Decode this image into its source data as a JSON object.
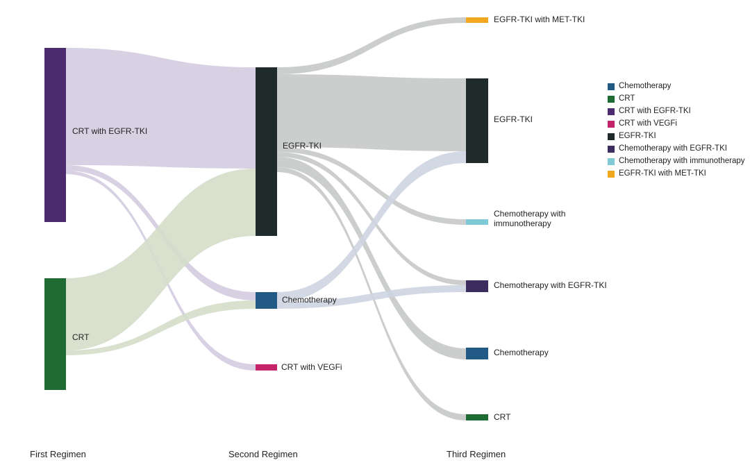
{
  "stages": [
    "First Regimen",
    "Second Regimen",
    "Third Regimen"
  ],
  "colors": {
    "crt_egfr": "#4b2a6e",
    "crt": "#1e6b33",
    "egfr": "#1e2b2a",
    "chemo": "#215a84",
    "vegf": "#c4256a",
    "met": "#f0a820",
    "chemo_immuno": "#7fcad6",
    "chemo_egfr": "#3b2d5e"
  },
  "nodes": [
    {
      "id": "crt_egfr_1",
      "label": "CRT with EGFR-TKI",
      "stage": 0,
      "color": "crt_egfr"
    },
    {
      "id": "crt_1",
      "label": "CRT",
      "stage": 0,
      "color": "crt"
    },
    {
      "id": "egfr_2",
      "label": "EGFR-TKI",
      "stage": 1,
      "color": "egfr"
    },
    {
      "id": "chemo_2",
      "label": "Chemotherapy",
      "stage": 1,
      "color": "chemo"
    },
    {
      "id": "vegf_2",
      "label": "CRT with VEGFi",
      "stage": 1,
      "color": "vegf"
    },
    {
      "id": "met_3",
      "label": "EGFR-TKI with MET-TKI",
      "stage": 2,
      "color": "met"
    },
    {
      "id": "egfr_3",
      "label": "EGFR-TKI",
      "stage": 2,
      "color": "egfr"
    },
    {
      "id": "ci_3",
      "label": "Chemotherapy with immunotherapy",
      "stage": 2,
      "color": "chemo_immuno"
    },
    {
      "id": "ce_3",
      "label": "Chemotherapy with EGFR-TKI",
      "stage": 2,
      "color": "chemo_egfr"
    },
    {
      "id": "chemo_3",
      "label": "Chemotherapy",
      "stage": 2,
      "color": "chemo"
    },
    {
      "id": "crt_3",
      "label": "CRT",
      "stage": 2,
      "color": "crt"
    }
  ],
  "legend": [
    {
      "label": "Chemotherapy",
      "color": "chemo"
    },
    {
      "label": "CRT",
      "color": "crt"
    },
    {
      "label": "CRT with EGFR-TKI",
      "color": "crt_egfr"
    },
    {
      "label": "CRT with VEGFi",
      "color": "vegf"
    },
    {
      "label": "EGFR-TKI",
      "color": "egfr"
    },
    {
      "label": "Chemotherapy with EGFR-TKI",
      "color": "chemo_egfr"
    },
    {
      "label": "Chemotherapy with immunotherapy",
      "color": "chemo_immuno"
    },
    {
      "label": "EGFR-TKI with MET-TKI",
      "color": "met"
    }
  ]
}
